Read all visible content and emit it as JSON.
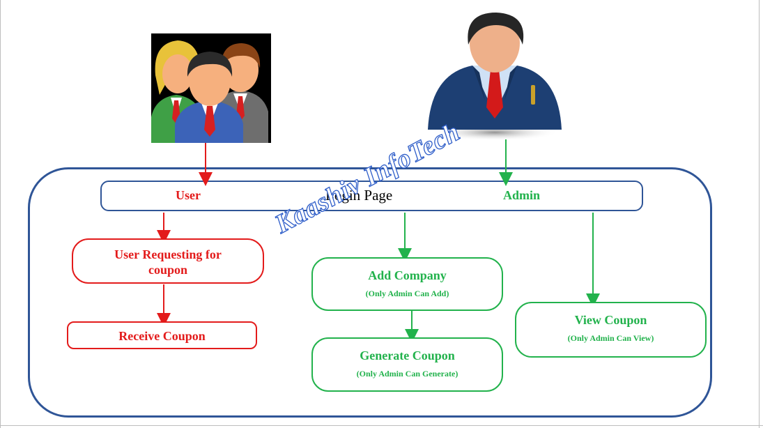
{
  "diagram": {
    "login_page": "Login Page",
    "user_label": "User",
    "admin_label": "Admin",
    "boxes": {
      "user_request": "User Requesting for coupon",
      "receive_coupon": "Receive Coupon",
      "add_company": "Add Company",
      "add_company_note": "(Only Admin Can Add)",
      "generate_coupon": "Generate Coupon",
      "generate_coupon_note": "(Only Admin Can Generate)",
      "view_coupon": "View Coupon",
      "view_coupon_note": "(Only Admin Can View)"
    },
    "watermark": "Kaashiv InfoTech",
    "icons": [
      "users-group-icon",
      "admin-businessman-icon"
    ],
    "colors": {
      "user_flow": "#e31b1b",
      "admin_flow": "#22b24c",
      "container": "#2f5597",
      "watermark": "#2f5ec9"
    }
  }
}
